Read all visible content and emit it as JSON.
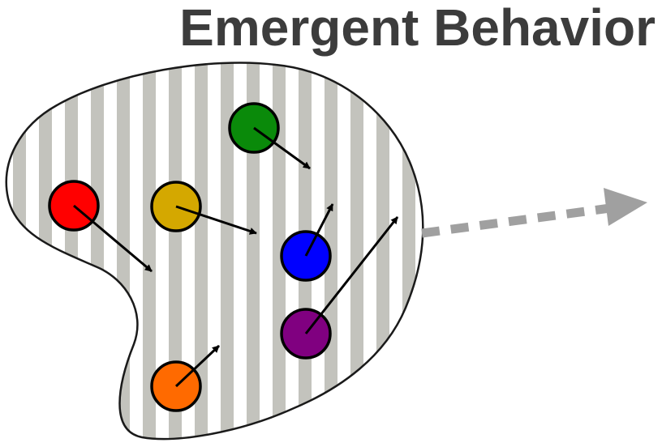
{
  "title": "Emergent Behavior",
  "colors": {
    "title": "#3c3c3c",
    "stripe": "#c3c3bd",
    "outline": "#1a1a1a",
    "arrow": "#000000",
    "emergent_arrow": "#a0a0a0"
  },
  "agents": [
    {
      "name": "red-agent",
      "color": "#ff0000"
    },
    {
      "name": "gold-agent",
      "color": "#d4a800"
    },
    {
      "name": "green-agent",
      "color": "#0a8a0a"
    },
    {
      "name": "blue-agent",
      "color": "#0000ff"
    },
    {
      "name": "purple-agent",
      "color": "#800080"
    },
    {
      "name": "orange-agent",
      "color": "#ff6a00"
    }
  ]
}
